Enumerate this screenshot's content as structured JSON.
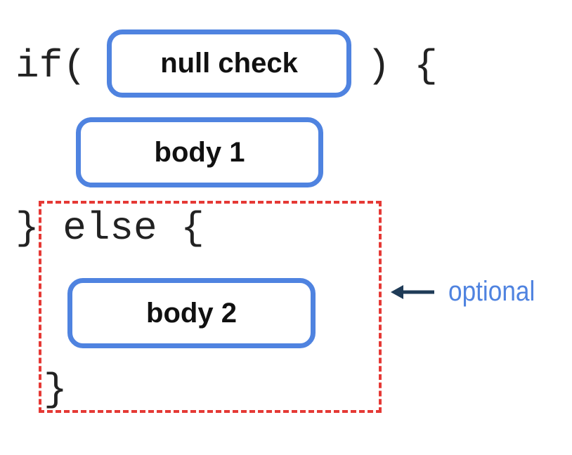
{
  "code": {
    "if_open": "if(",
    "if_close": ") {",
    "else_line": "} else {",
    "closing_brace": "}"
  },
  "blocks": {
    "condition": "null check",
    "body1": "body 1",
    "body2": "body 2"
  },
  "annotation": {
    "label": "optional"
  },
  "colors": {
    "block_border": "#4f83e0",
    "optional_border": "#e53935",
    "arrow": "#1f3b57",
    "annotation_text": "#4f83e0",
    "code_text": "#222222"
  }
}
